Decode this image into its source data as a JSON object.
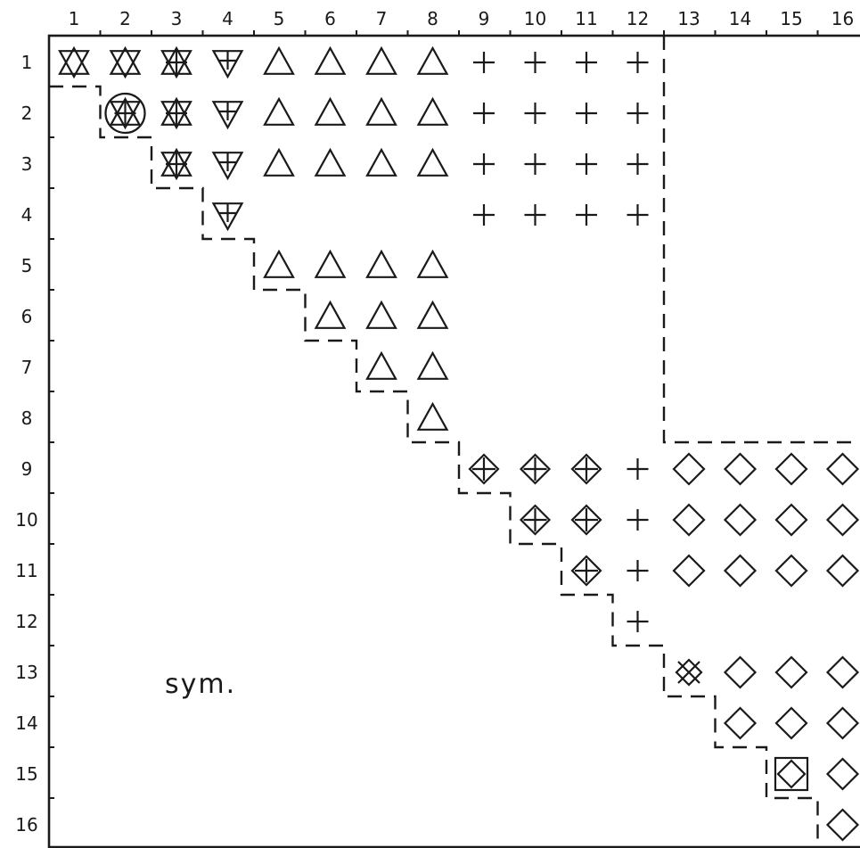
{
  "matrix": {
    "column_labels": [
      "1",
      "2",
      "3",
      "4",
      "5",
      "6",
      "7",
      "8",
      "9",
      "10",
      "11",
      "12",
      "13",
      "14",
      "15",
      "16"
    ],
    "row_labels": [
      "1",
      "2",
      "3",
      "4",
      "5",
      "6",
      "7",
      "8",
      "9",
      "10",
      "11",
      "12",
      "13",
      "14",
      "15",
      "16"
    ],
    "annotation": "sym.",
    "cells": [
      {
        "r": 1,
        "c": 1,
        "s": "star"
      },
      {
        "r": 1,
        "c": 2,
        "s": "star"
      },
      {
        "r": 1,
        "c": 3,
        "s": "star-cross"
      },
      {
        "r": 1,
        "c": 4,
        "s": "tri-down-cross"
      },
      {
        "r": 1,
        "c": 5,
        "s": "triangle"
      },
      {
        "r": 1,
        "c": 6,
        "s": "triangle"
      },
      {
        "r": 1,
        "c": 7,
        "s": "triangle"
      },
      {
        "r": 1,
        "c": 8,
        "s": "triangle"
      },
      {
        "r": 1,
        "c": 9,
        "s": "plus"
      },
      {
        "r": 1,
        "c": 10,
        "s": "plus"
      },
      {
        "r": 1,
        "c": 11,
        "s": "plus"
      },
      {
        "r": 1,
        "c": 12,
        "s": "plus"
      },
      {
        "r": 2,
        "c": 2,
        "s": "star-circle"
      },
      {
        "r": 2,
        "c": 3,
        "s": "star-cross"
      },
      {
        "r": 2,
        "c": 4,
        "s": "tri-down-cross"
      },
      {
        "r": 2,
        "c": 5,
        "s": "triangle"
      },
      {
        "r": 2,
        "c": 6,
        "s": "triangle"
      },
      {
        "r": 2,
        "c": 7,
        "s": "triangle"
      },
      {
        "r": 2,
        "c": 8,
        "s": "triangle"
      },
      {
        "r": 2,
        "c": 9,
        "s": "plus"
      },
      {
        "r": 2,
        "c": 10,
        "s": "plus"
      },
      {
        "r": 2,
        "c": 11,
        "s": "plus"
      },
      {
        "r": 2,
        "c": 12,
        "s": "plus"
      },
      {
        "r": 3,
        "c": 3,
        "s": "star-cross"
      },
      {
        "r": 3,
        "c": 4,
        "s": "tri-down-cross"
      },
      {
        "r": 3,
        "c": 5,
        "s": "triangle"
      },
      {
        "r": 3,
        "c": 6,
        "s": "triangle"
      },
      {
        "r": 3,
        "c": 7,
        "s": "triangle"
      },
      {
        "r": 3,
        "c": 8,
        "s": "triangle"
      },
      {
        "r": 3,
        "c": 9,
        "s": "plus"
      },
      {
        "r": 3,
        "c": 10,
        "s": "plus"
      },
      {
        "r": 3,
        "c": 11,
        "s": "plus"
      },
      {
        "r": 3,
        "c": 12,
        "s": "plus"
      },
      {
        "r": 4,
        "c": 4,
        "s": "tri-down-cross"
      },
      {
        "r": 4,
        "c": 9,
        "s": "plus"
      },
      {
        "r": 4,
        "c": 10,
        "s": "plus"
      },
      {
        "r": 4,
        "c": 11,
        "s": "plus"
      },
      {
        "r": 4,
        "c": 12,
        "s": "plus"
      },
      {
        "r": 5,
        "c": 5,
        "s": "triangle"
      },
      {
        "r": 5,
        "c": 6,
        "s": "triangle"
      },
      {
        "r": 5,
        "c": 7,
        "s": "triangle"
      },
      {
        "r": 5,
        "c": 8,
        "s": "triangle"
      },
      {
        "r": 6,
        "c": 6,
        "s": "triangle"
      },
      {
        "r": 6,
        "c": 7,
        "s": "triangle"
      },
      {
        "r": 6,
        "c": 8,
        "s": "triangle"
      },
      {
        "r": 7,
        "c": 7,
        "s": "triangle"
      },
      {
        "r": 7,
        "c": 8,
        "s": "triangle"
      },
      {
        "r": 8,
        "c": 8,
        "s": "triangle"
      },
      {
        "r": 9,
        "c": 9,
        "s": "diamond-plus"
      },
      {
        "r": 9,
        "c": 10,
        "s": "diamond-plus"
      },
      {
        "r": 9,
        "c": 11,
        "s": "diamond-plus"
      },
      {
        "r": 9,
        "c": 12,
        "s": "plus"
      },
      {
        "r": 9,
        "c": 13,
        "s": "diamond"
      },
      {
        "r": 9,
        "c": 14,
        "s": "diamond"
      },
      {
        "r": 9,
        "c": 15,
        "s": "diamond"
      },
      {
        "r": 9,
        "c": 16,
        "s": "diamond"
      },
      {
        "r": 10,
        "c": 10,
        "s": "diamond-plus"
      },
      {
        "r": 10,
        "c": 11,
        "s": "diamond-plus"
      },
      {
        "r": 10,
        "c": 12,
        "s": "plus"
      },
      {
        "r": 10,
        "c": 13,
        "s": "diamond"
      },
      {
        "r": 10,
        "c": 14,
        "s": "diamond"
      },
      {
        "r": 10,
        "c": 15,
        "s": "diamond"
      },
      {
        "r": 10,
        "c": 16,
        "s": "diamond"
      },
      {
        "r": 11,
        "c": 11,
        "s": "diamond-plus"
      },
      {
        "r": 11,
        "c": 12,
        "s": "plus"
      },
      {
        "r": 11,
        "c": 13,
        "s": "diamond"
      },
      {
        "r": 11,
        "c": 14,
        "s": "diamond"
      },
      {
        "r": 11,
        "c": 15,
        "s": "diamond"
      },
      {
        "r": 11,
        "c": 16,
        "s": "diamond"
      },
      {
        "r": 12,
        "c": 12,
        "s": "plus"
      },
      {
        "r": 13,
        "c": 13,
        "s": "diamond-x"
      },
      {
        "r": 13,
        "c": 14,
        "s": "diamond"
      },
      {
        "r": 13,
        "c": 15,
        "s": "diamond"
      },
      {
        "r": 13,
        "c": 16,
        "s": "diamond"
      },
      {
        "r": 14,
        "c": 14,
        "s": "diamond"
      },
      {
        "r": 14,
        "c": 15,
        "s": "diamond"
      },
      {
        "r": 14,
        "c": 16,
        "s": "diamond"
      },
      {
        "r": 15,
        "c": 15,
        "s": "diamond-square"
      },
      {
        "r": 15,
        "c": 16,
        "s": "diamond"
      },
      {
        "r": 16,
        "c": 16,
        "s": "diamond"
      }
    ]
  }
}
